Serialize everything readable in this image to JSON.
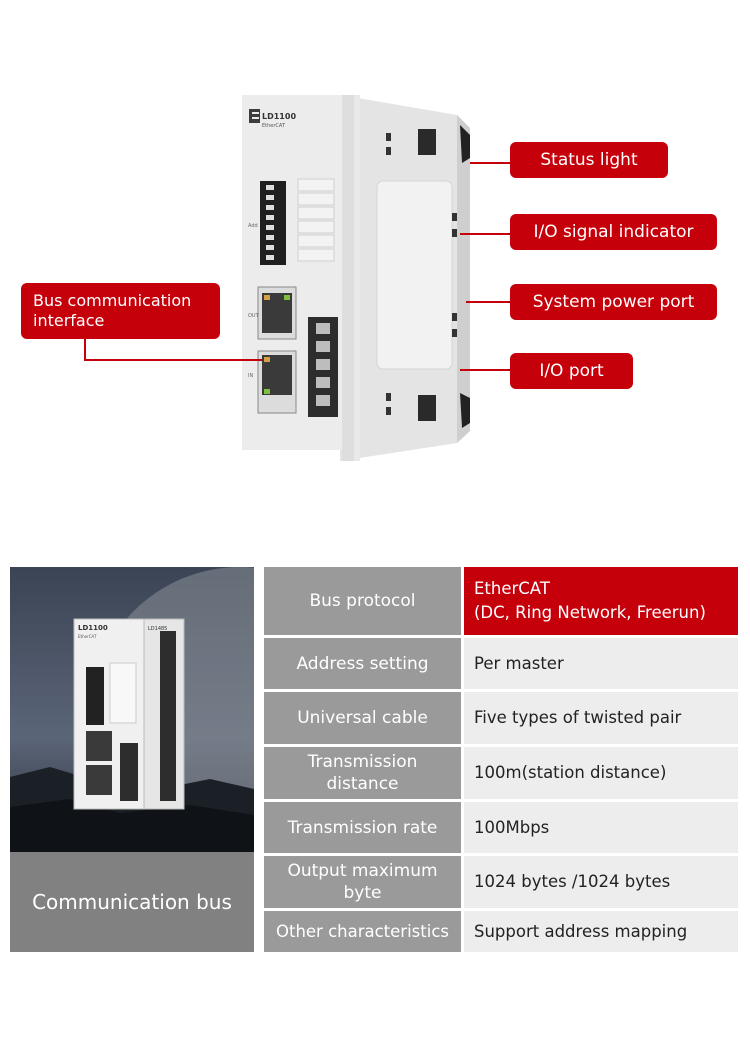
{
  "device": {
    "logo_text": "LD1100",
    "brand_sub": "EtherCAT",
    "port_labels": [
      "Add",
      "OUT",
      "IN"
    ]
  },
  "callouts": {
    "status_light": "Status light",
    "io_signal_indicator": "I/O signal indicator",
    "system_power_port": "System power port",
    "io_port": "I/O port",
    "bus_communication_interface": "Bus communication interface"
  },
  "photo": {
    "caption": "Communication bus",
    "module_labels": [
      "LD1100",
      "EtherCAT",
      "LD1485"
    ]
  },
  "specs": [
    {
      "label": "Bus protocol",
      "value": "EtherCAT\n(DC, Ring Network, Freerun)"
    },
    {
      "label": "Address setting",
      "value": "Per master"
    },
    {
      "label": "Universal cable",
      "value": "Five types of twisted pair"
    },
    {
      "label": "Transmission distance",
      "value": "100m(station distance)"
    },
    {
      "label": "Transmission rate",
      "value": "100Mbps"
    },
    {
      "label": "Output maximum byte",
      "value": "1024 bytes /1024 bytes"
    },
    {
      "label": "Other characteristics",
      "value": "Support address mapping"
    }
  ],
  "colors": {
    "accent": "#c6000b",
    "label_bg": "#9a9a9a",
    "value_bg": "#ededed"
  }
}
